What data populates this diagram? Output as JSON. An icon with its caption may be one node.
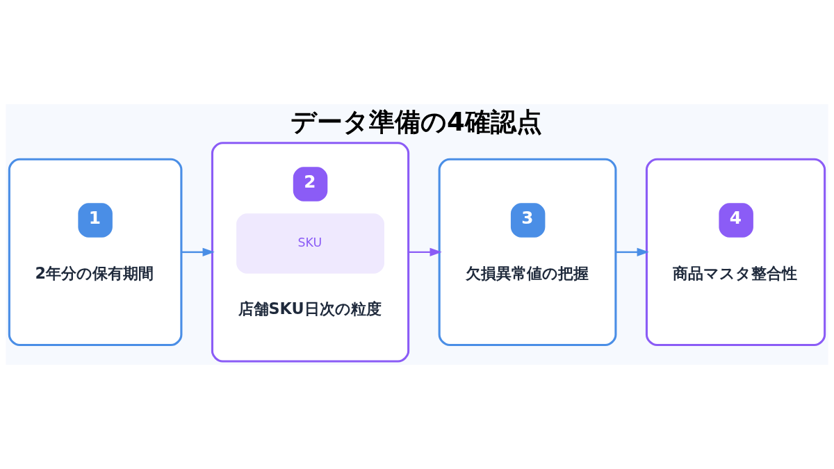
{
  "diagram": {
    "title": "データ準備の4確認点",
    "nodes": [
      {
        "text": [
          "1",
          "2年分の保有期間"
        ]
      },
      {
        "text": [
          "2",
          "SKU",
          "店舗SKU日次の粒度"
        ]
      },
      {
        "text": [
          "3",
          "欠損異常値の把握"
        ]
      },
      {
        "text": [
          "4",
          "商品マスタ整合性"
        ]
      }
    ],
    "edges": [
      {
        "from": 0,
        "to": 1,
        "arrow": "to"
      },
      {
        "from": 1,
        "to": 2,
        "arrow": "to",
        "color": "#8b5cf6"
      },
      {
        "from": 2,
        "to": 3,
        "arrow": "to"
      }
    ]
  }
}
